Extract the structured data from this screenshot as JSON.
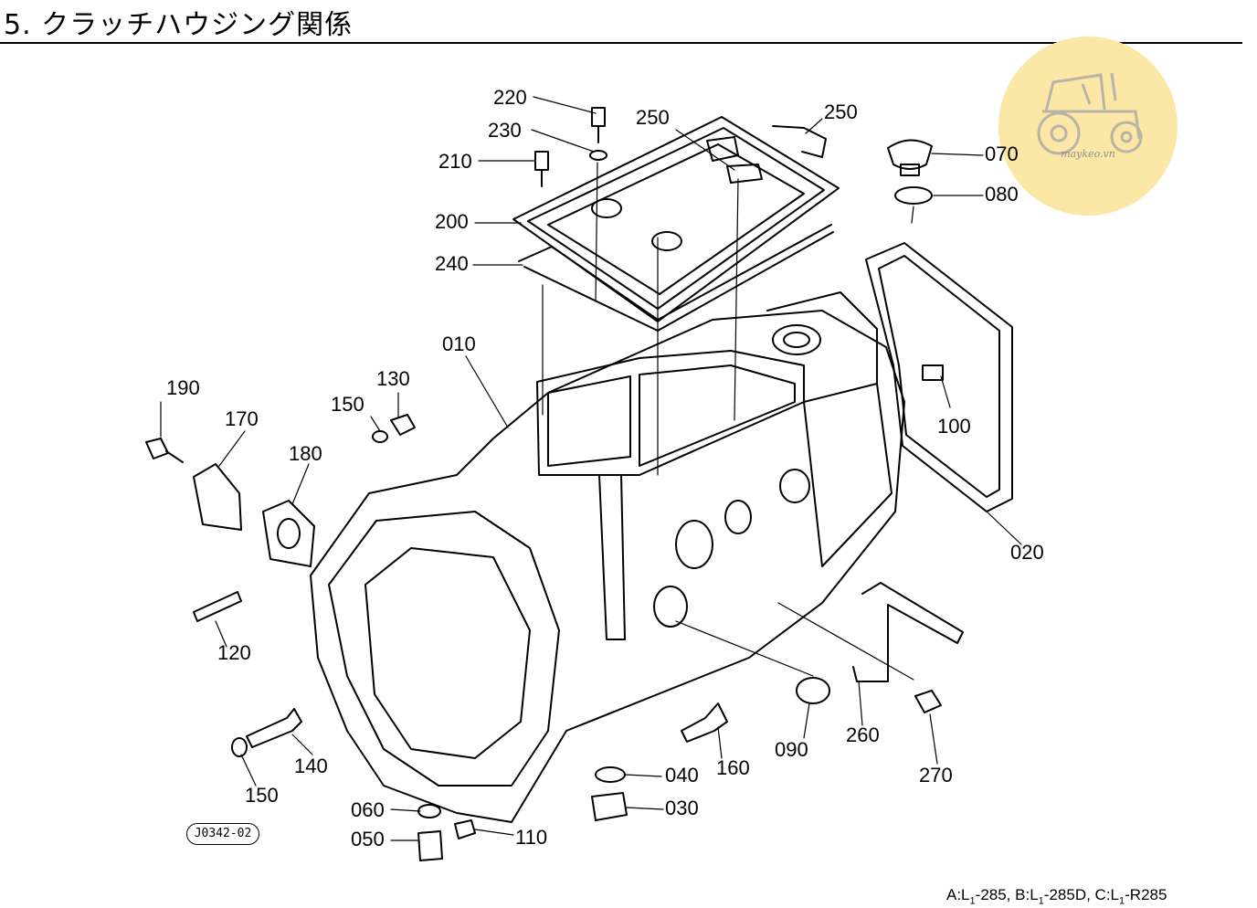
{
  "header": {
    "title": "5. クラッチハウジング関係"
  },
  "watermark": {
    "text": "maykeo.vn",
    "icon": "tractor-icon",
    "color": "#fbe7a6"
  },
  "diagram": {
    "ref_code": "J0342-02",
    "callouts": {
      "c220": "220",
      "c230": "230",
      "c210": "210",
      "c250a": "250",
      "c250b": "250",
      "c200": "200",
      "c240": "240",
      "c070": "070",
      "c080": "080",
      "c010": "010",
      "c190": "190",
      "c130": "130",
      "c150a": "150",
      "c170": "170",
      "c180": "180",
      "c100": "100",
      "c020": "020",
      "c120": "120",
      "c140": "140",
      "c150b": "150",
      "c160": "160",
      "c040": "040",
      "c030": "030",
      "c060": "060",
      "c050": "050",
      "c110": "110",
      "c090": "090",
      "c260": "260",
      "c270": "270"
    }
  },
  "footer": {
    "model_a_prefix": "A:L",
    "model_a_sub": "1",
    "model_a_suffix": "-285, ",
    "model_b_prefix": "B:L",
    "model_b_sub": "1",
    "model_b_suffix": "-285D, ",
    "model_c_prefix": "C:L",
    "model_c_sub": "1",
    "model_c_suffix": "-R285"
  }
}
